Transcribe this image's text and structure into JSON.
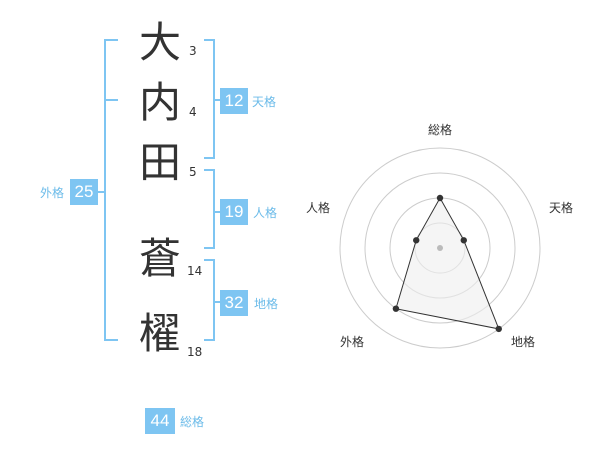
{
  "name": {
    "characters": [
      {
        "char": "大",
        "strokes": "3"
      },
      {
        "char": "内",
        "strokes": "4"
      },
      {
        "char": "田",
        "strokes": "5"
      },
      {
        "char": "蒼",
        "strokes": "14"
      },
      {
        "char": "櫂",
        "strokes": "18"
      }
    ]
  },
  "fortune": {
    "tenkaku": {
      "value": "12",
      "label": "天格"
    },
    "jinkaku": {
      "value": "19",
      "label": "人格"
    },
    "chikaku": {
      "value": "32",
      "label": "地格"
    },
    "gaikaku": {
      "value": "25",
      "label": "外格"
    },
    "soukaku": {
      "value": "44",
      "label": "総格"
    }
  },
  "colors": {
    "accent": "#7ec5f2",
    "accent_text": "#6bbbe9",
    "text": "#333333",
    "grid": "#cccccc",
    "fill": "#eeeeee"
  },
  "chart_data": {
    "type": "radar",
    "rings": 4,
    "axes": [
      "総格",
      "天格",
      "地格",
      "外格",
      "人格"
    ],
    "values": [
      2,
      1,
      4,
      3,
      1
    ],
    "max": 4
  }
}
